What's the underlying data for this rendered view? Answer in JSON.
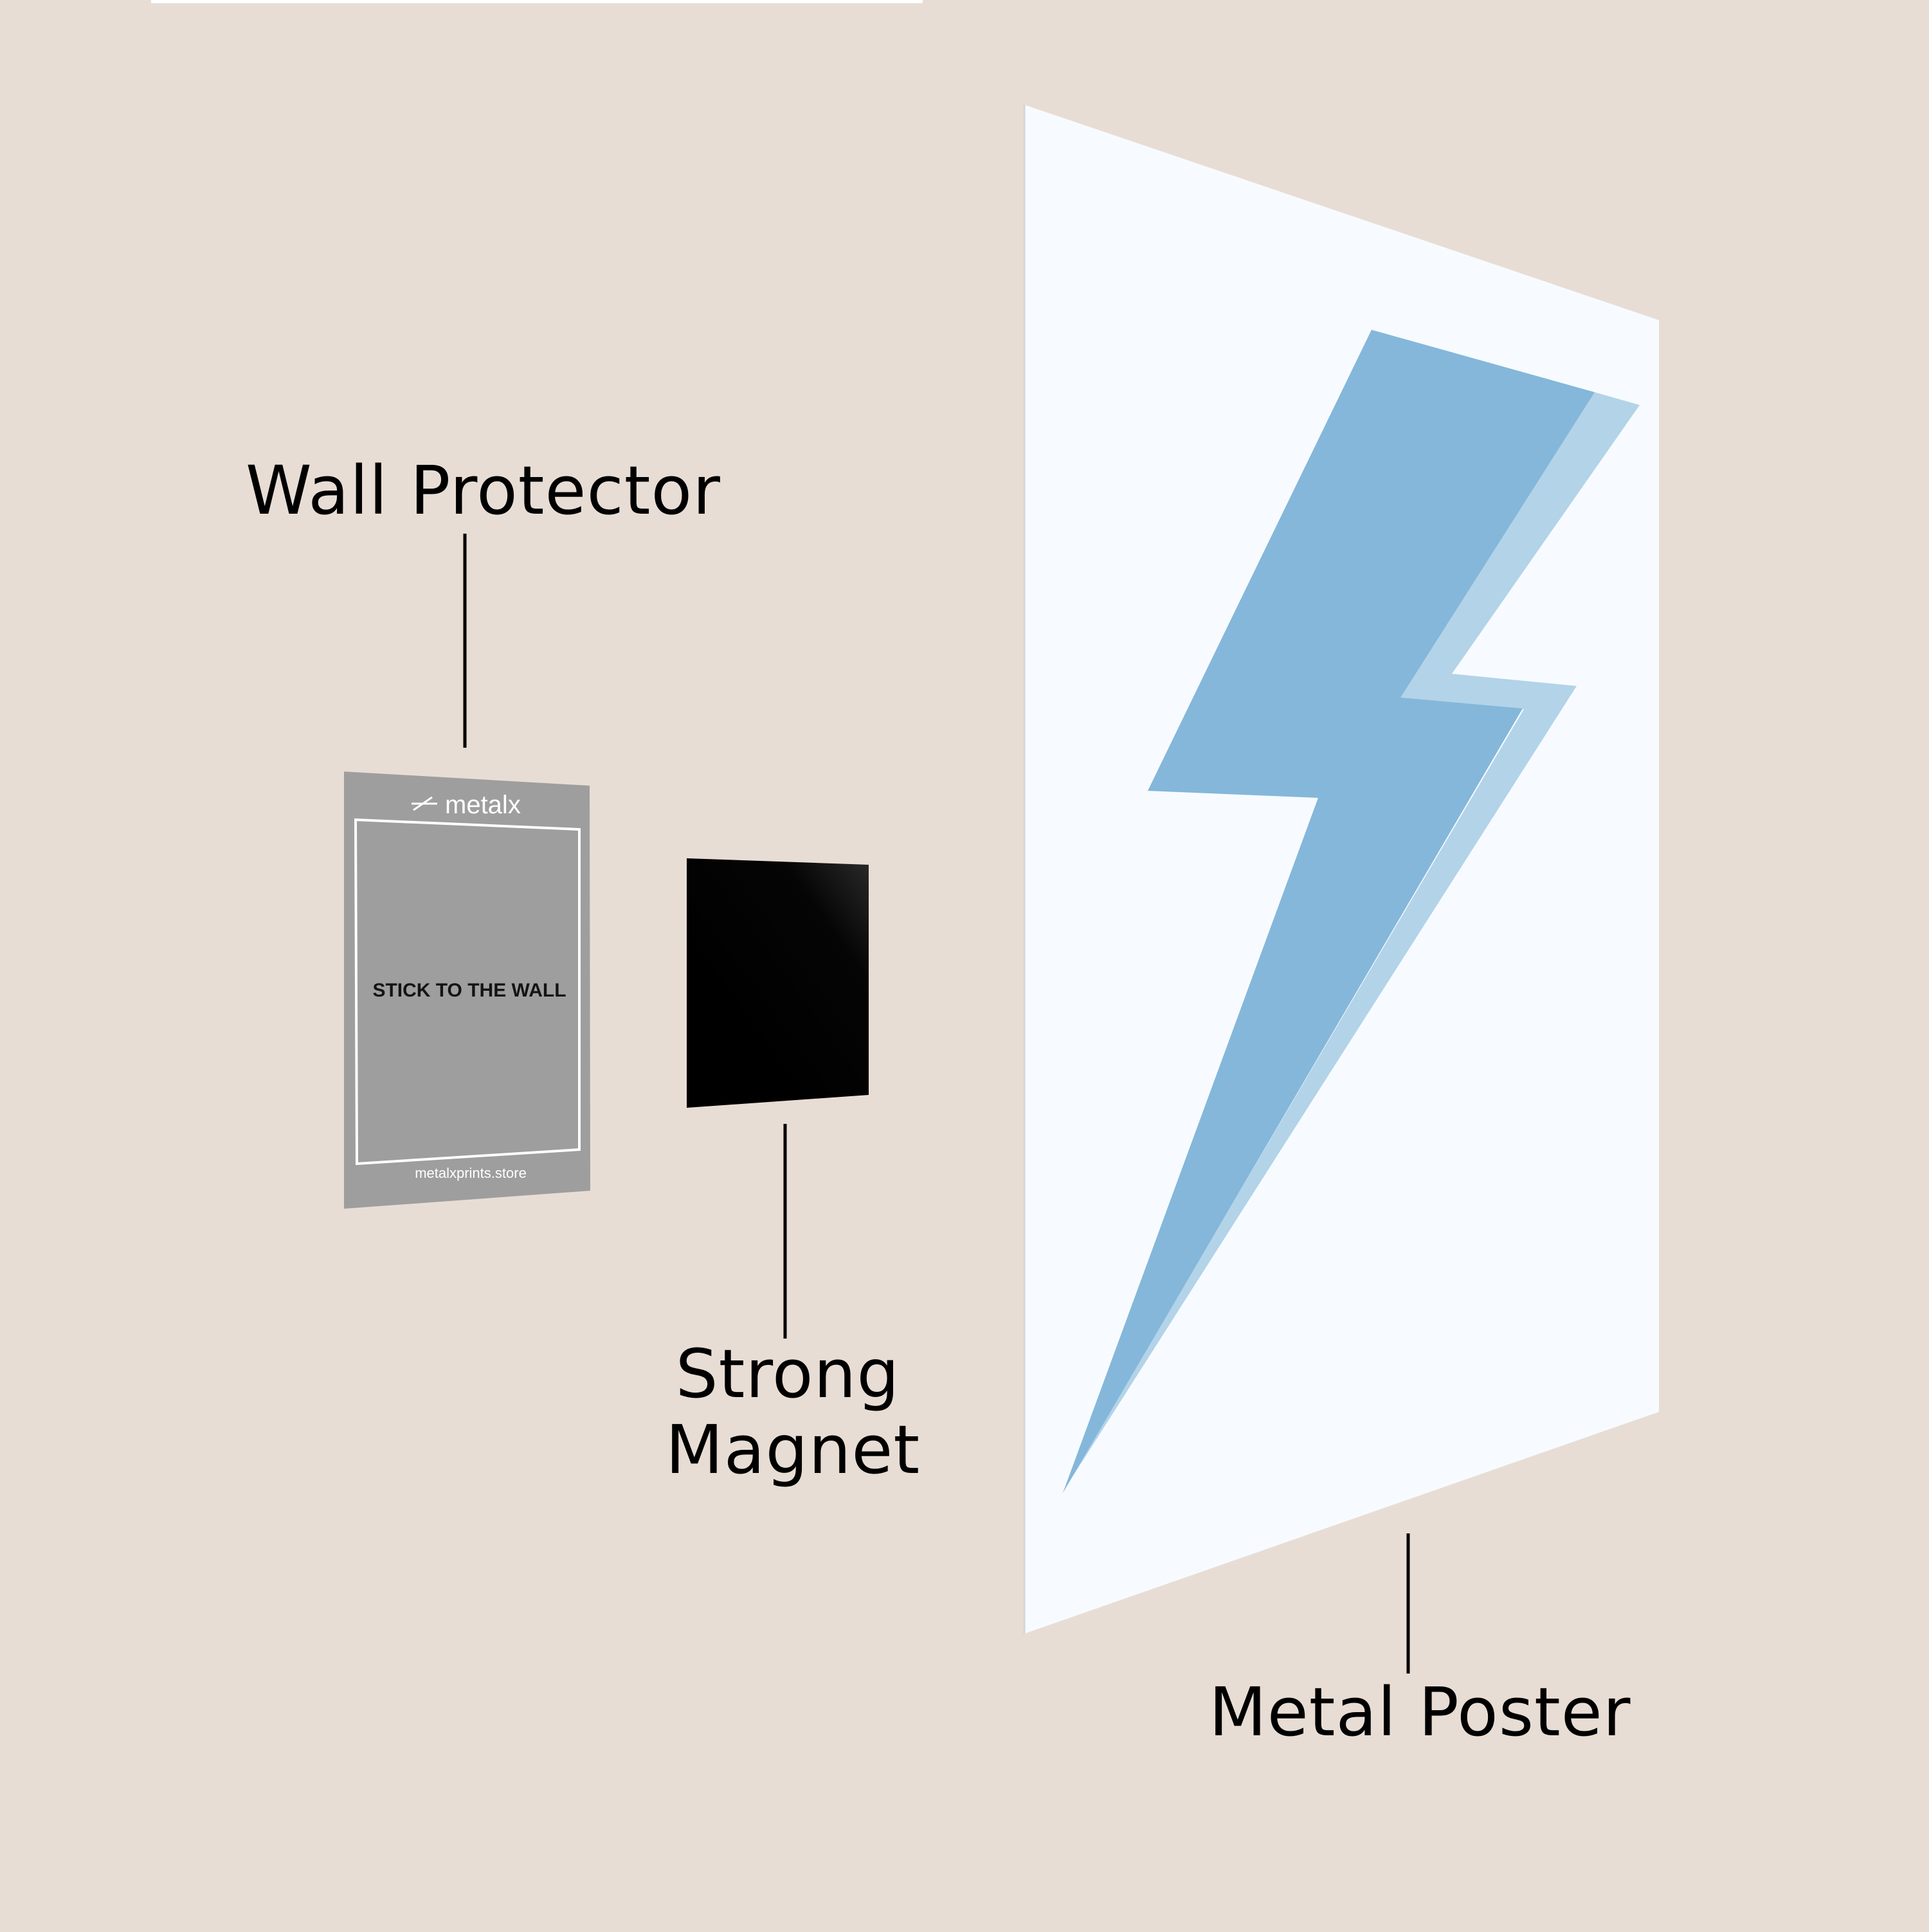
{
  "labels": {
    "wall_protector": "Wall Protector",
    "strong_magnet": "Strong Magnet",
    "metal_poster": "Metal Poster"
  },
  "wall_protector_panel": {
    "brand": "metalx",
    "instruction": "STICK TO THE WALL",
    "website": "metalxprints.store"
  },
  "colors": {
    "background": "#e8ddd4",
    "protector": "#9e9e9e",
    "magnet": "#000000",
    "poster": "#f7fbff",
    "bolt_front": "#84b7da",
    "bolt_shadow": "#b3d3e8"
  },
  "icons": {
    "brand_logo": "metalx-logo-icon",
    "artwork": "lightning-bolt-icon"
  }
}
